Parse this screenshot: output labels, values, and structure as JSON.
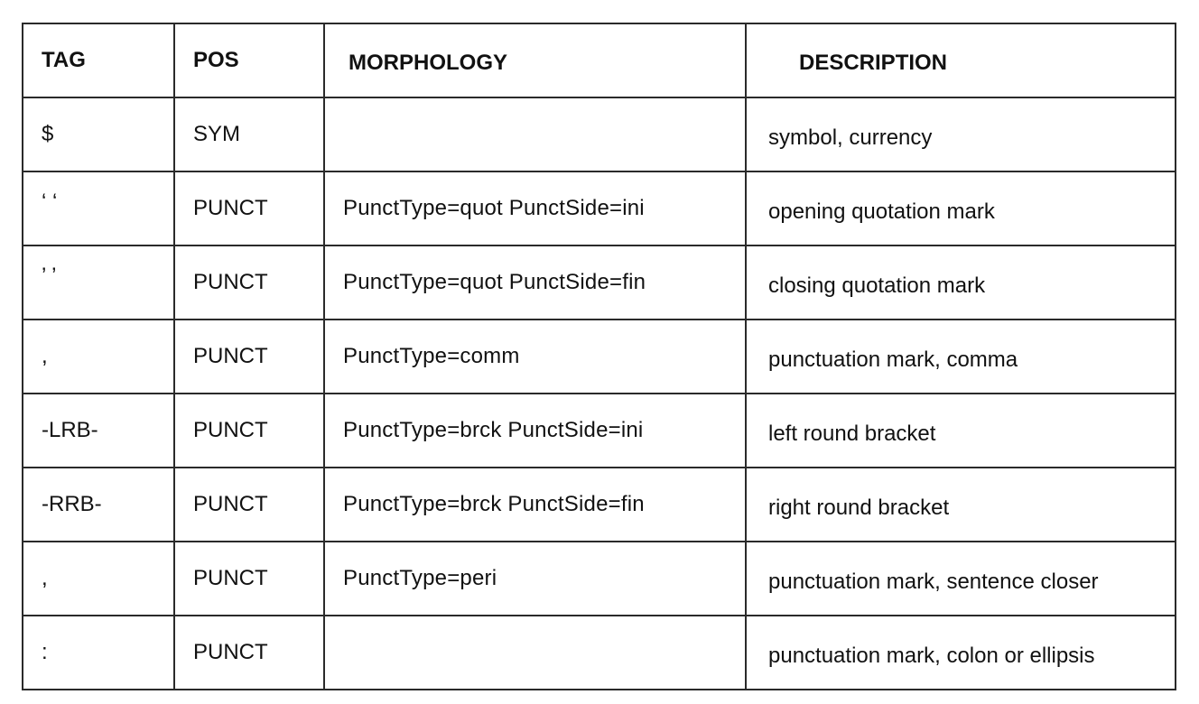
{
  "table": {
    "headers": {
      "tag": "TAG",
      "pos": "POS",
      "morphology": "MORPHOLOGY",
      "description": "DESCRIPTION"
    },
    "rows": [
      {
        "tag": "$",
        "pos": "SYM",
        "morphology": "",
        "description": "symbol, currency"
      },
      {
        "tag": "‘ ‘",
        "pos": "PUNCT",
        "morphology": "PunctType=quot PunctSide=ini",
        "description": "opening quotation mark"
      },
      {
        "tag": "’ ’",
        "pos": "PUNCT",
        "morphology": "PunctType=quot PunctSide=fin",
        "description": "closing quotation mark"
      },
      {
        "tag": ",",
        "pos": "PUNCT",
        "morphology": "PunctType=comm",
        "description": "punctuation mark, comma"
      },
      {
        "tag": "-LRB-",
        "pos": "PUNCT",
        "morphology": "PunctType=brck PunctSide=ini",
        "description": "left round bracket"
      },
      {
        "tag": "-RRB-",
        "pos": "PUNCT",
        "morphology": "PunctType=brck PunctSide=fin",
        "description": "right round bracket"
      },
      {
        "tag": ",",
        "pos": "PUNCT",
        "morphology": "PunctType=peri",
        "description": "punctuation mark, sentence closer"
      },
      {
        "tag": ":",
        "pos": "PUNCT",
        "morphology": "",
        "description": "punctuation mark, colon or ellipsis"
      }
    ]
  }
}
